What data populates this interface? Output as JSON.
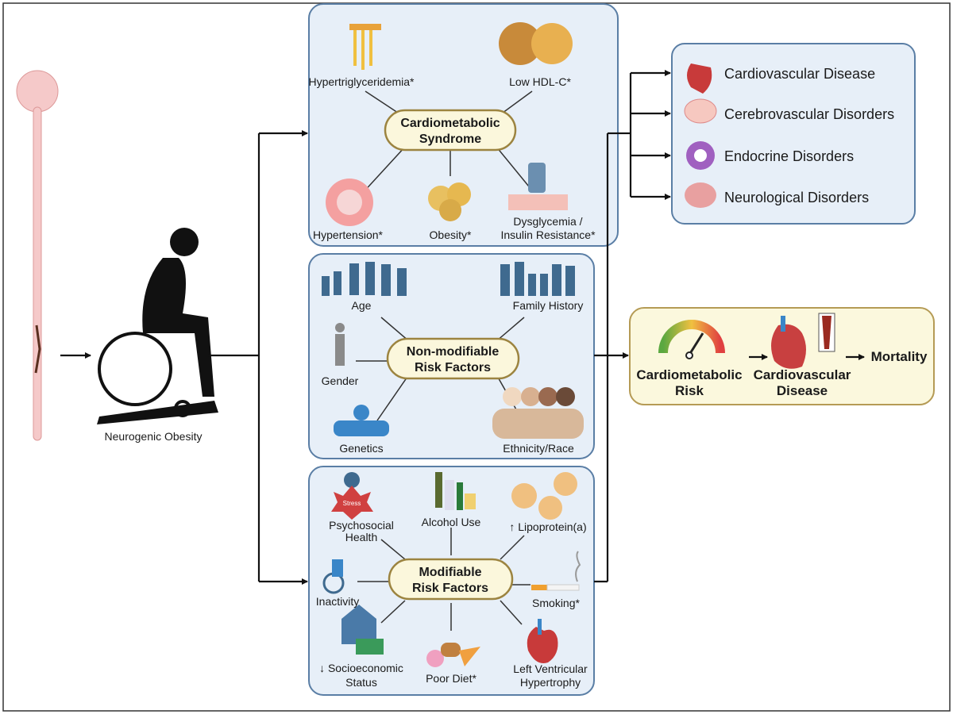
{
  "left": {
    "label": "Neurogenic Obesity"
  },
  "cardiometabolic": {
    "title_line1": "Cardiometabolic",
    "title_line2": "Syndrome",
    "items": [
      "Hypertriglyceridemia*",
      "Low HDL-C*",
      "Hypertension*",
      "Obesity*",
      "Dysglycemia /",
      "Insulin Resistance*"
    ]
  },
  "nonmodifiable": {
    "title_line1": "Non-modifiable",
    "title_line2": "Risk Factors",
    "items": [
      "Age",
      "Family History",
      "Gender",
      "Genetics",
      "Ethnicity/Race"
    ]
  },
  "modifiable": {
    "title_line1": "Modifiable",
    "title_line2": "Risk Factors",
    "items": [
      "Psychosocial",
      "Health",
      "Alcohol Use",
      "↑ Lipoprotein(a)",
      "Inactivity",
      "Smoking*",
      "↓ Socioeconomic",
      "Status",
      "Poor Diet*",
      "Left Ventricular",
      "Hypertrophy"
    ],
    "stress_badge": "Stress"
  },
  "outcomes": [
    "Cardiovascular Disease",
    "Cerebrovascular Disorders",
    "Endocrine Disorders",
    "Neurological Disorders"
  ],
  "pathway": {
    "step1_line1": "Cardiometabolic",
    "step1_line2": "Risk",
    "step2_line1": "Cardiovascular",
    "step2_line2": "Disease",
    "step3": "Mortality"
  },
  "colors": {
    "box_fill": "#e7eff8",
    "box_border": "#5a7ea5",
    "oval_fill": "#fbf7dc",
    "oval_border": "#9c8440",
    "pathway_fill": "#fbf8dd"
  }
}
